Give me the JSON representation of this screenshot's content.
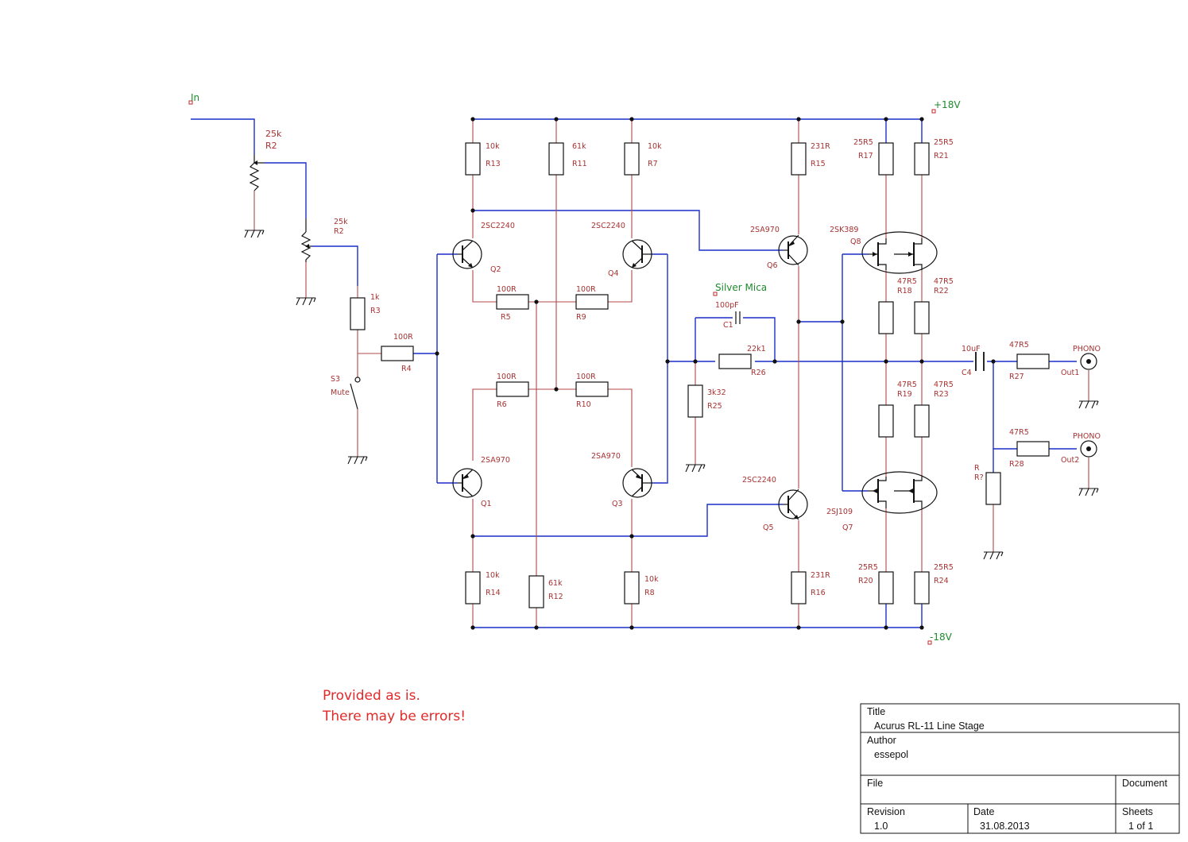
{
  "nets": {
    "input": "In",
    "vpos": "+18V",
    "vneg": "-18V",
    "cap_note": "Silver Mica"
  },
  "components": {
    "R2a": {
      "value": "25k",
      "ref": "R2"
    },
    "R2b": {
      "value": "25k",
      "ref": "R2"
    },
    "R3": {
      "value": "1k",
      "ref": "R3"
    },
    "R4": {
      "value": "100R",
      "ref": "R4"
    },
    "S3": {
      "ref": "S3",
      "value": "Mute"
    },
    "R13": {
      "value": "10k",
      "ref": "R13"
    },
    "R11": {
      "value": "61k",
      "ref": "R11"
    },
    "R7": {
      "value": "10k",
      "ref": "R7"
    },
    "R15": {
      "value": "231R",
      "ref": "R15"
    },
    "R17": {
      "value": "25R5",
      "ref": "R17"
    },
    "R21": {
      "value": "25R5",
      "ref": "R21"
    },
    "Q2": {
      "value": "2SC2240",
      "ref": "Q2"
    },
    "Q4": {
      "value": "2SC2240",
      "ref": "Q4"
    },
    "Q6": {
      "value": "2SA970",
      "ref": "Q6"
    },
    "Q8": {
      "value": "2SK389",
      "ref": "Q8"
    },
    "R5": {
      "value": "100R",
      "ref": "R5"
    },
    "R9": {
      "value": "100R",
      "ref": "R9"
    },
    "R6": {
      "value": "100R",
      "ref": "R6"
    },
    "R10": {
      "value": "100R",
      "ref": "R10"
    },
    "R18": {
      "value": "47R5",
      "ref": "R18"
    },
    "R22": {
      "value": "47R5",
      "ref": "R22"
    },
    "R19": {
      "value": "47R5",
      "ref": "R19"
    },
    "R23": {
      "value": "47R5",
      "ref": "R23"
    },
    "C1": {
      "value": "100pF",
      "ref": "C1"
    },
    "R26": {
      "value": "22k1",
      "ref": "R26"
    },
    "R25": {
      "value": "3k32",
      "ref": "R25"
    },
    "C4": {
      "value": "10uF",
      "ref": "C4"
    },
    "R27": {
      "value": "47R5",
      "ref": "R27"
    },
    "R28": {
      "value": "47R5",
      "ref": "R28"
    },
    "Rq": {
      "value": "R",
      "ref": "R?"
    },
    "J1": {
      "value": "PHONO",
      "ref": "Out1"
    },
    "J2": {
      "value": "PHONO",
      "ref": "Out2"
    },
    "Q1": {
      "value": "2SA970",
      "ref": "Q1"
    },
    "Q3": {
      "value": "2SA970",
      "ref": "Q3"
    },
    "Q5": {
      "value": "2SC2240",
      "ref": "Q5"
    },
    "Q7": {
      "value": "2SJ109",
      "ref": "Q7"
    },
    "R14": {
      "value": "10k",
      "ref": "R14"
    },
    "R12": {
      "value": "61k",
      "ref": "R12"
    },
    "R8": {
      "value": "10k",
      "ref": "R8"
    },
    "R16": {
      "value": "231R",
      "ref": "R16"
    },
    "R20": {
      "value": "25R5",
      "ref": "R20"
    },
    "R24": {
      "value": "25R5",
      "ref": "R24"
    }
  },
  "note": {
    "line1": "Provided as is.",
    "line2": "There may be errors!"
  },
  "title_block": {
    "title_label": "Title",
    "title": "Acurus RL-11 Line Stage",
    "author_label": "Author",
    "author": "essepol",
    "file_label": "File",
    "document_label": "Document",
    "revision_label": "Revision",
    "revision": "1.0",
    "date_label": "Date",
    "date": "31.08.2013",
    "sheets_label": "Sheets",
    "sheets": "1 of 1"
  }
}
